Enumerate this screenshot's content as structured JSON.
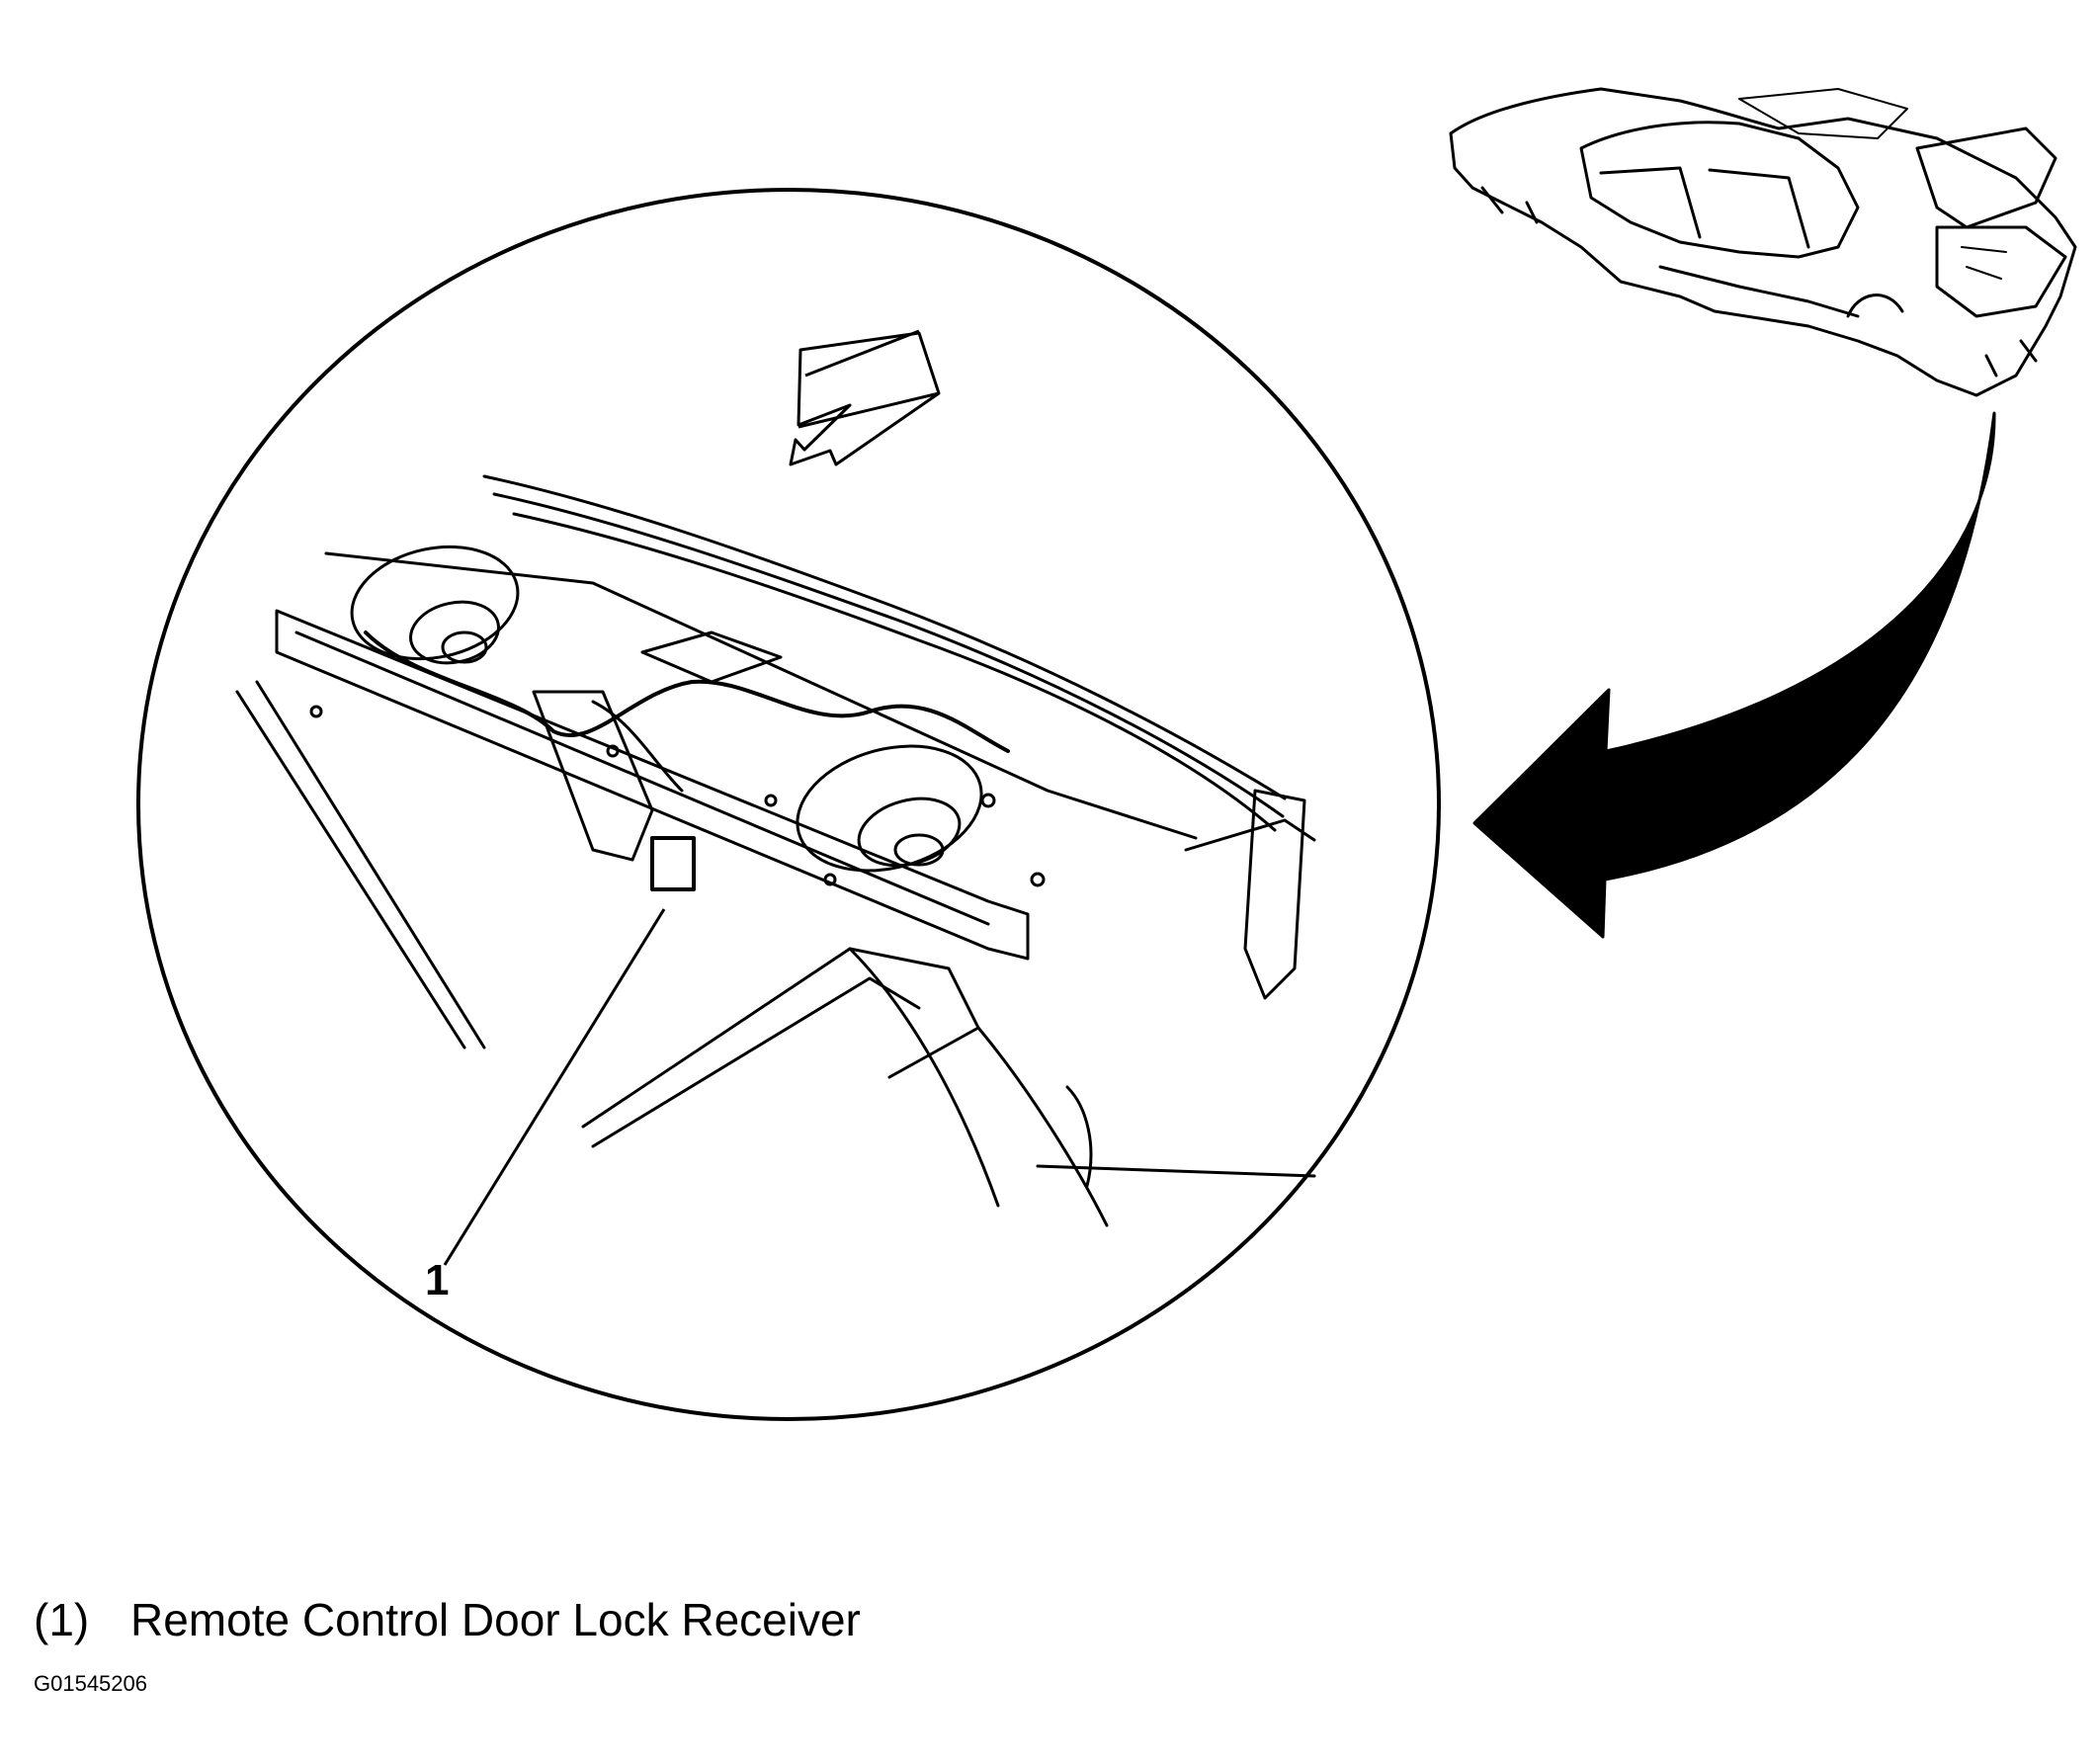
{
  "diagram": {
    "callout_number": "1",
    "legend": {
      "number": "(1)",
      "label": "Remote Control Door Lock Receiver"
    },
    "figure_id": "G01545206"
  }
}
